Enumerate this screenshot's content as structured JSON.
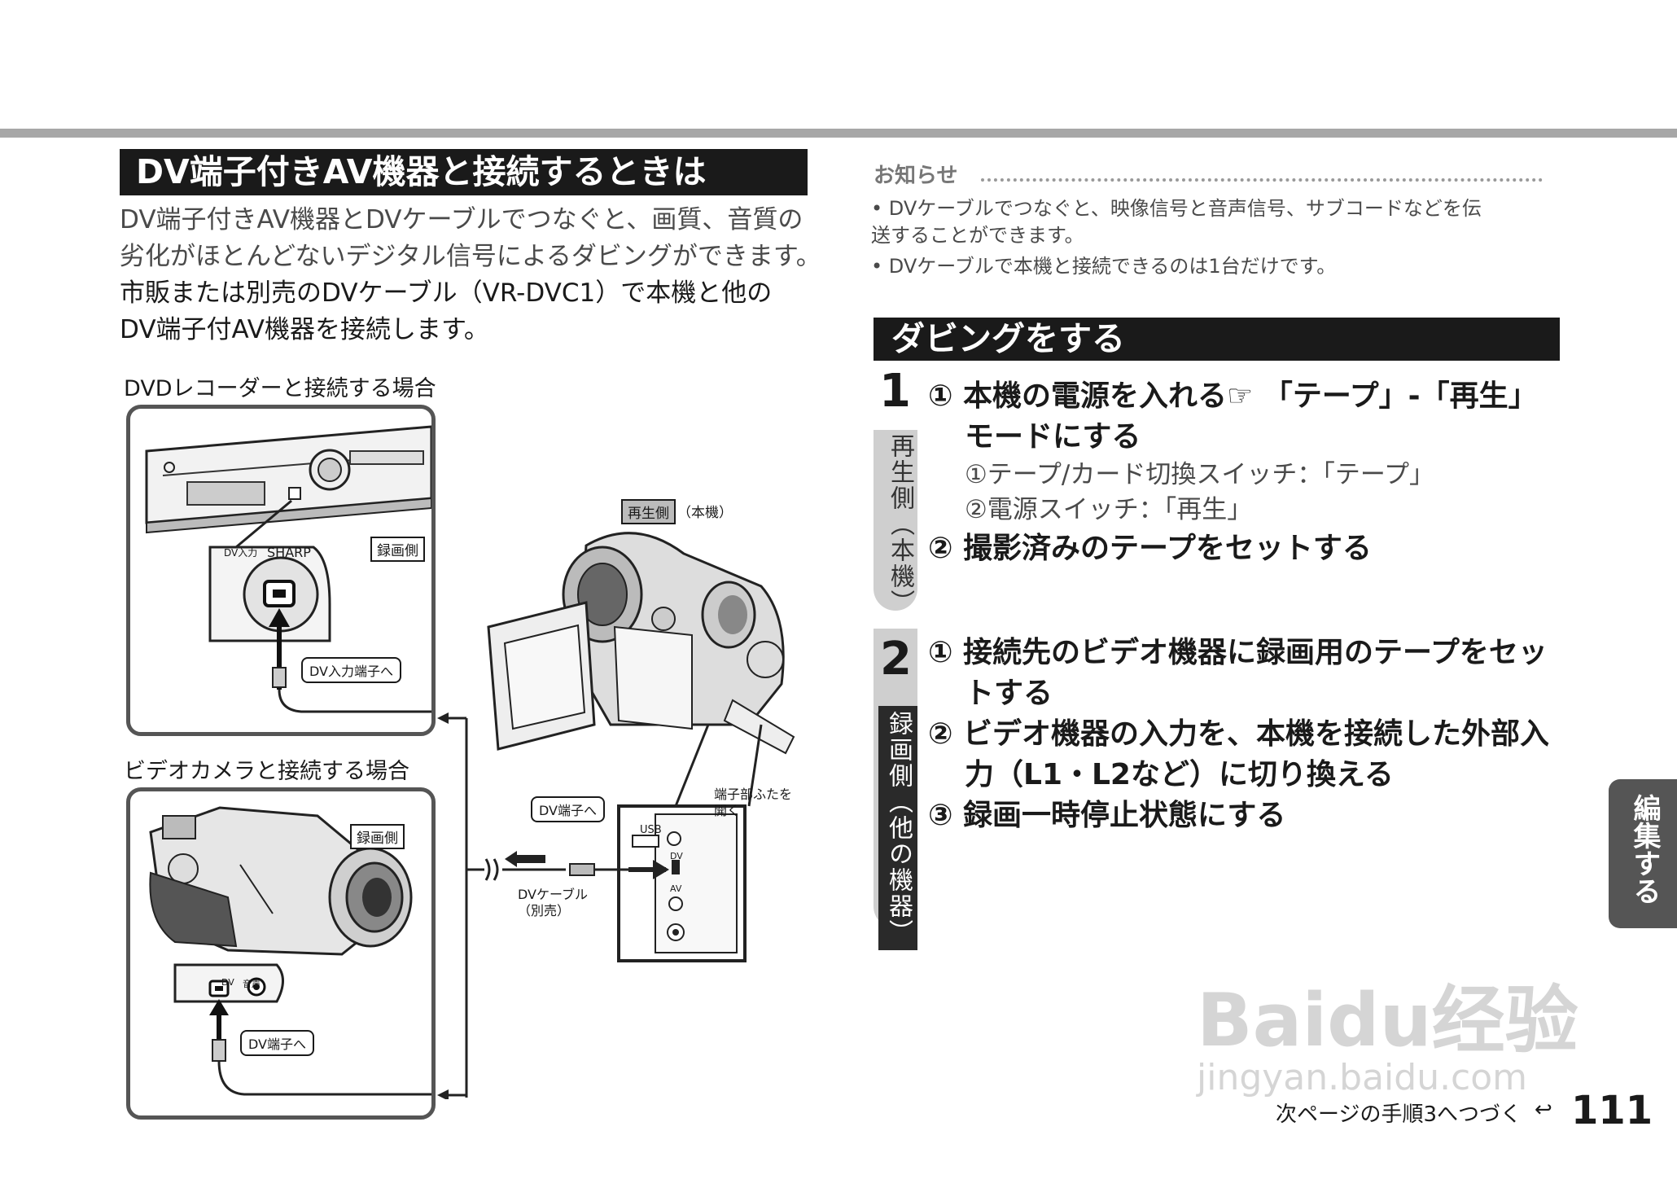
{
  "left": {
    "heading": "DV端子付きAV機器と接続するときは",
    "intro_lines": [
      "DV端子付きAV機器とDVケーブルでつなぐと、画質、音質の",
      "劣化がほとんどないデジタル信号によるダビングができます。",
      "市販または別売のDVケーブル（VR-DVC1）で本機と他の",
      "DV端子付AV機器を接続します。"
    ],
    "caption_dvd": "DVDレコーダーと接続する場合",
    "caption_camera": "ビデオカメラと接続する場合",
    "dvd_brand": "SHARP",
    "dvd_port_label": "DV入力",
    "tag_record_1": "録画側",
    "callout_dv_input": "DV入力端子へ",
    "tag_record_2": "録画側",
    "camera_dv_label": "DV",
    "camera_other_label": "音声",
    "callout_dv_terminal_cam": "DV端子へ",
    "tag_play": "再生側",
    "tag_play_sub": "（本機）",
    "cover_note_1": "端子部ふたを",
    "cover_note_2": "開く",
    "callout_dv_terminal": "DV端子へ",
    "cable_label_1": "DVケーブル",
    "cable_label_2": "（別売）",
    "panel_usb": "USB",
    "panel_dv": "DV",
    "panel_av": "AV"
  },
  "notice": {
    "title": "お知らせ",
    "bullets": [
      "•  DVケーブルでつなぐと、映像信号と音声信号、サブコードなどを伝",
      "    送することができます。",
      "•  DVケーブルで本機と接続できるのは1台だけです。"
    ]
  },
  "dubbing": {
    "heading": "ダビングをする",
    "step1": {
      "number": "1",
      "tab": "再生側（本機）",
      "line1": "① 本機の電源を入れる☞ 「テープ」-「再生」",
      "line1b": "モードにする",
      "sub1": "①テープ/カード切換スイッチ：「テープ」",
      "sub2": "②電源スイッチ：「再生」",
      "line2": "② 撮影済みのテープをセットする"
    },
    "step2": {
      "number": "2",
      "tab": "録画側（他の機器）",
      "line1": "① 接続先のビデオ機器に録画用のテープをセッ",
      "line1b": "トする",
      "line2": "② ビデオ機器の入力を、本機を接続した外部入",
      "line2b": "力（L1・L2など）に切り換える",
      "line3": "③ 録画一時停止状態にする"
    }
  },
  "side_tab": "編集する",
  "footer": {
    "continue": "次ページの手順3へつづく",
    "page": "111"
  },
  "watermark": {
    "logo": "Baidu经验",
    "url": "jingyan.baidu.com"
  }
}
